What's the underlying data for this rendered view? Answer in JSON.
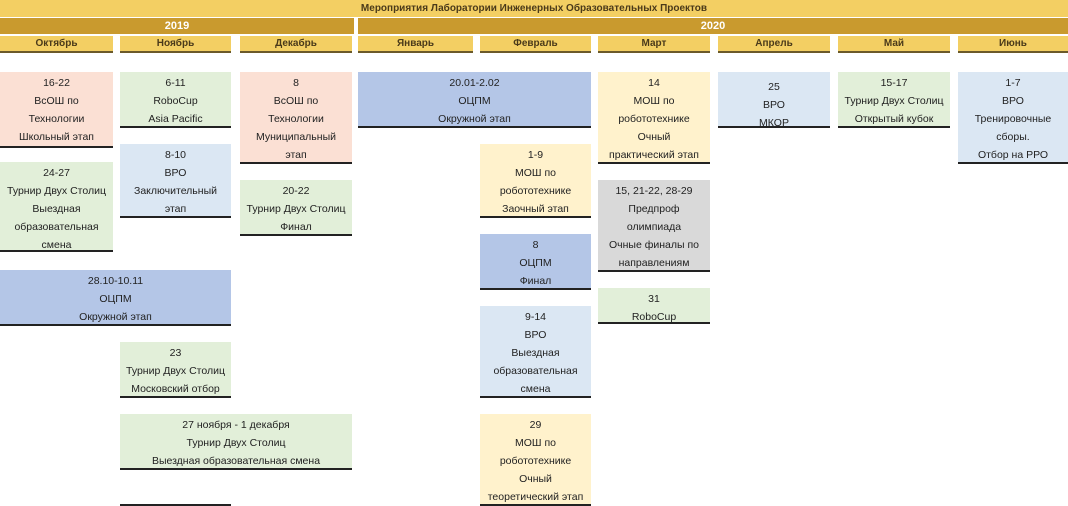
{
  "title": "Мероприятия Лаборатории Инженерных Образовательных  Проектов",
  "years": [
    "2019",
    "2020"
  ],
  "months": [
    "Октябрь",
    "Ноябрь",
    "Декабрь",
    "Январь",
    "Февраль",
    "Март",
    "Апрель",
    "Май",
    "Июнь"
  ],
  "events": [
    {
      "lines": [
        "16-22",
        "ВсОШ по",
        "Технологии",
        "Школьный этап"
      ],
      "color": "pink"
    },
    {
      "lines": [
        "24-27",
        "Турнир Двух Столиц",
        "Выездная",
        "образовательная",
        "смена"
      ],
      "color": "green"
    },
    {
      "lines": [
        "28.10-10.11",
        "ОЦПМ",
        "Окружной этап"
      ],
      "color": "peri"
    },
    {
      "lines": [
        "6-11",
        "RoboCup",
        "Asia Pacific"
      ],
      "color": "green"
    },
    {
      "lines": [
        "8-10",
        "ВРО",
        "Заключительный",
        "этап"
      ],
      "color": "blue"
    },
    {
      "lines": [
        "23",
        "Турнир Двух Столиц",
        "Московский отбор"
      ],
      "color": "green"
    },
    {
      "lines": [
        "27 ноября - 1 декабря",
        "Турнир Двух Столиц",
        "Выездная образовательная смена"
      ],
      "color": "green"
    },
    {
      "lines": [
        "8",
        "ВсОШ по",
        "Технологии",
        "Муниципальный",
        "этап"
      ],
      "color": "pink"
    },
    {
      "lines": [
        "20-22",
        "Турнир Двух Столиц",
        "Финал"
      ],
      "color": "green"
    },
    {
      "lines": [
        "20.01-2.02",
        "ОЦПМ",
        "Окружной этап"
      ],
      "color": "peri"
    },
    {
      "lines": [
        "1-9",
        "МОШ по",
        "робототехнике",
        "Заочный этап"
      ],
      "color": "yel"
    },
    {
      "lines": [
        "8",
        "ОЦПМ",
        "Финал"
      ],
      "color": "peri"
    },
    {
      "lines": [
        "9-14",
        "ВРО",
        "Выездная",
        "образовательная",
        "смена"
      ],
      "color": "blue"
    },
    {
      "lines": [
        "29",
        "МОШ по",
        "робототехнике",
        "Очный",
        "теоретический этап"
      ],
      "color": "yel"
    },
    {
      "lines": [
        "14",
        "МОШ по",
        "робототехнике",
        "Очный",
        "практический этап"
      ],
      "color": "yel"
    },
    {
      "lines": [
        "15, 21-22, 28-29",
        "Предпроф",
        "олимпиада",
        "Очные финалы по",
        "направлениям"
      ],
      "color": "gray"
    },
    {
      "lines": [
        "31",
        "RoboCup"
      ],
      "color": "green"
    },
    {
      "lines": [
        "25",
        "ВРО",
        "МКОР"
      ],
      "color": "blue"
    },
    {
      "lines": [
        "15-17",
        "Турнир Двух Столиц",
        "Открытый кубок"
      ],
      "color": "green"
    },
    {
      "lines": [
        "1-7",
        "ВРО",
        "Тренировочные",
        "сборы.",
        "Отбор на РРО"
      ],
      "color": "blue"
    }
  ]
}
